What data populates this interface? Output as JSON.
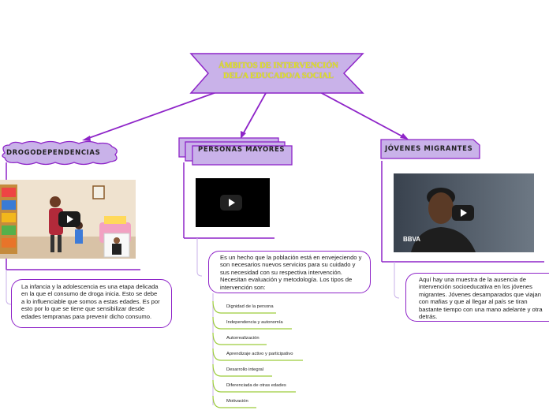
{
  "title": {
    "line1": "ÁMBITOS DE INTERVENCIÓN",
    "line2": "DEL/A EDUCADO/A SOCIAL"
  },
  "colors": {
    "accent": "#8e24c8",
    "node_fill": "#c9b2e9",
    "title_text": "#e3e32a",
    "sub_line": "#9ccc3a"
  },
  "branches": {
    "drogo": {
      "label": "DROGODEPENDENCIAS",
      "note": "La infancia y la adolescencia es una etapa delicada en la que el consumo de droga inicia. Esto se debe a lo influenciable que somos a estas edades. Es por esto por lo que se tiene que sensibilizar desde edades tempranas para prevenir dicho consumo."
    },
    "mayores": {
      "label": "PERSONAS MAYORES",
      "note": "Es un hecho que la población está en envejeciendo y son necesarios nuevos servicios para su cuidado y sus necesidad con su respectiva intervención. Necesitan evaluación y metodología. Los tipos de intervención son:",
      "items": [
        "Dignidad de la persona",
        "Independencia y autonomía",
        "Autorrealización",
        "Aprendizaje activo y participativo",
        "Desarrollo integral",
        "Diferenciada de otras edades",
        "Motivación"
      ]
    },
    "migrantes": {
      "label": "JÓVENES MIGRANTES",
      "note": " Aquí hay una muestra de la ausencia de intervención socioeducativa en los jóvenes migrantes. Jóvenes desamparados que viajan con mafias y que al llegar al país se tiran bastante tiempo con una mano adelante y otra detrás.",
      "video_brand": "BBVA"
    }
  }
}
